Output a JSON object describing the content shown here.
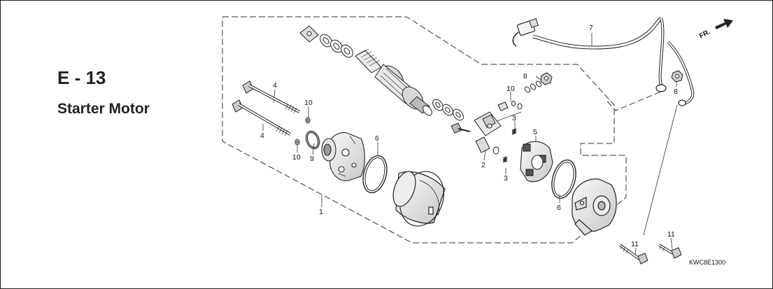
{
  "header": {
    "section_code": "E - 13",
    "section_title": "Starter Motor"
  },
  "diagram": {
    "reference_code": "KWC8E1300",
    "direction_label": "FR.",
    "callouts": [
      {
        "id": "c7",
        "label": "7"
      },
      {
        "id": "c8a",
        "label": "8"
      },
      {
        "id": "c8b",
        "label": "8"
      },
      {
        "id": "c10a",
        "label": "10"
      },
      {
        "id": "c4a",
        "label": "4"
      },
      {
        "id": "c10b",
        "label": "10"
      },
      {
        "id": "c4b",
        "label": "4"
      },
      {
        "id": "c3a",
        "label": "3"
      },
      {
        "id": "c5",
        "label": "5"
      },
      {
        "id": "c6a",
        "label": "6"
      },
      {
        "id": "c10c",
        "label": "10"
      },
      {
        "id": "c9",
        "label": "9"
      },
      {
        "id": "c2",
        "label": "2"
      },
      {
        "id": "c3b",
        "label": "3"
      },
      {
        "id": "c1",
        "label": "1"
      },
      {
        "id": "c6b",
        "label": "6"
      },
      {
        "id": "c11a",
        "label": "11"
      },
      {
        "id": "c11b",
        "label": "11"
      }
    ]
  },
  "colors": {
    "line": "#222222",
    "part_fill": "#f2f2f2",
    "part_shade": "#cfcfcf",
    "dark": "#555555"
  }
}
